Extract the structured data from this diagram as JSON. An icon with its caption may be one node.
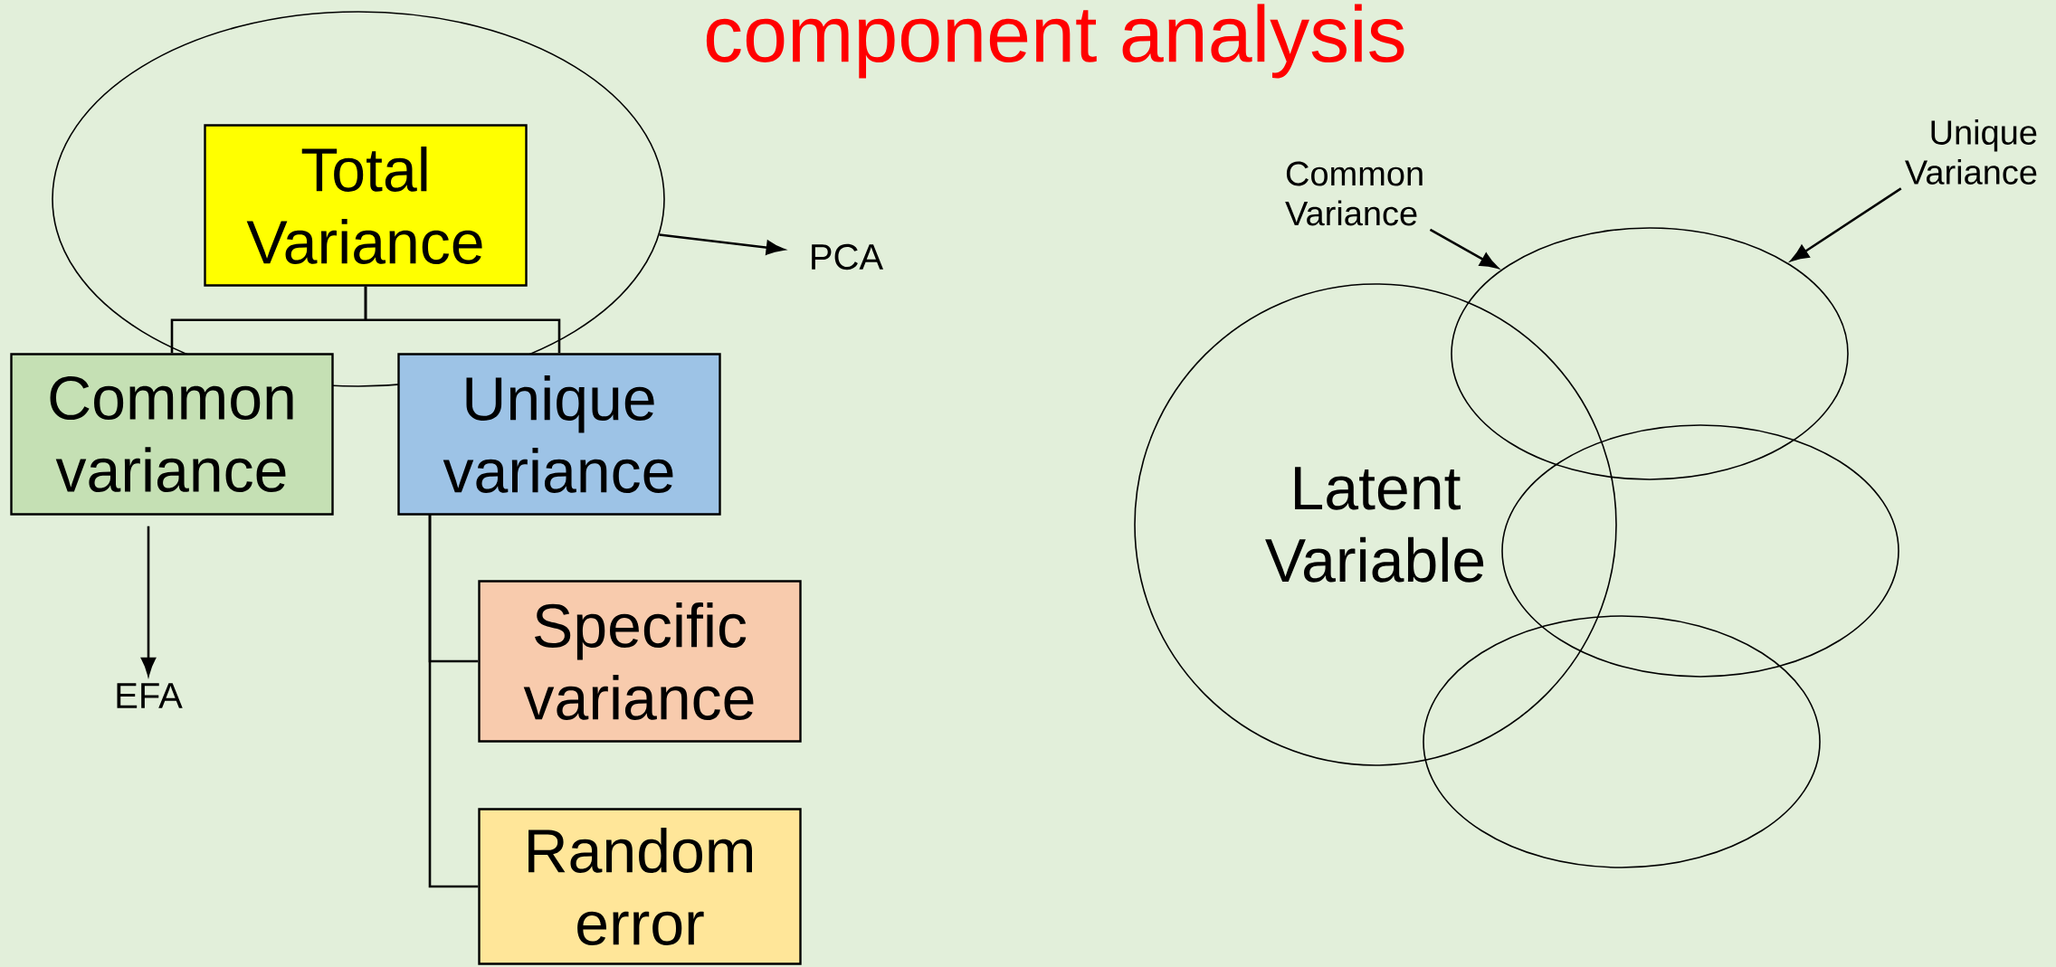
{
  "diagram": {
    "title": "component analysis",
    "nodes": [
      {
        "text": [],
        "shape": "circle"
      },
      {
        "text": [
          "Total Variance"
        ],
        "in": 0
      },
      {
        "text": [
          "Common variance"
        ]
      },
      {
        "text": [
          "Unique variance"
        ]
      },
      {
        "text": [
          "Specific variance"
        ]
      },
      {
        "text": [
          "Random error"
        ]
      },
      {
        "text": [
          "PCA"
        ]
      },
      {
        "text": [
          "EFA"
        ]
      },
      {
        "text": [
          "Latent Variable"
        ]
      },
      {
        "text": [],
        "shape": "circle"
      },
      {
        "text": [],
        "shape": "circle"
      },
      {
        "text": [],
        "shape": "circle"
      },
      {
        "text": [
          "Common Variance"
        ]
      },
      {
        "text": [
          "Unique Variance"
        ]
      }
    ],
    "edges": [
      {
        "from": 1,
        "to": 2,
        "arrow": "none"
      },
      {
        "from": 1,
        "to": 3,
        "arrow": "none"
      },
      {
        "from": 3,
        "to": 4,
        "arrow": "none"
      },
      {
        "from": 3,
        "to": 5,
        "arrow": "none"
      },
      {
        "from": 0,
        "to": 6,
        "arrow": "to"
      },
      {
        "from": 2,
        "to": 7,
        "arrow": "to"
      },
      {
        "from": 12,
        "to": 9,
        "arrow": "to"
      },
      {
        "from": 13,
        "to": 9,
        "arrow": "to"
      }
    ]
  }
}
